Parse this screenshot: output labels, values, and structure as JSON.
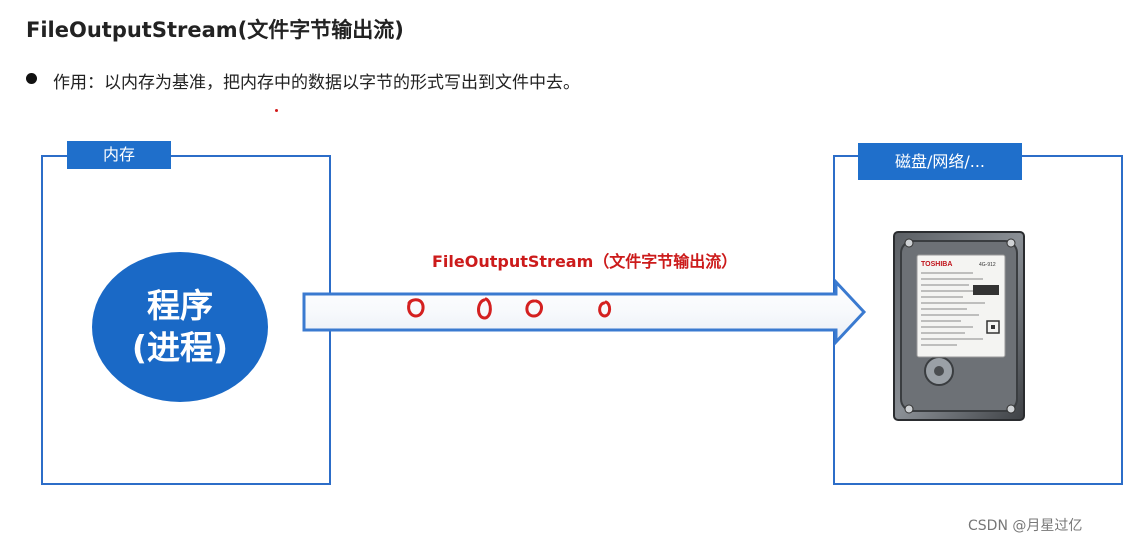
{
  "title": "FileOutputStream(文件字节输出流)",
  "bullet": {
    "text": "作用：以内存为基准，把内存中的数据以字节的形式写出到文件中去。"
  },
  "left_box": {
    "tab_label": "内存",
    "circle_line1": "程序",
    "circle_line2": "(进程)"
  },
  "right_box": {
    "tab_label": "磁盘/网络/..."
  },
  "arrow": {
    "label": "FileOutputStream（文件字节输出流）",
    "handwritten_marks": [
      "0",
      "0",
      "0",
      "0"
    ]
  },
  "hdd": {
    "brand": "TOSHIBA",
    "model": "4G-912"
  },
  "watermark": "CSDN @月星过亿",
  "colors": {
    "accent_blue": "#1f6fcb",
    "box_border": "#2c6dc8",
    "stream_red": "#cc1b1b"
  }
}
